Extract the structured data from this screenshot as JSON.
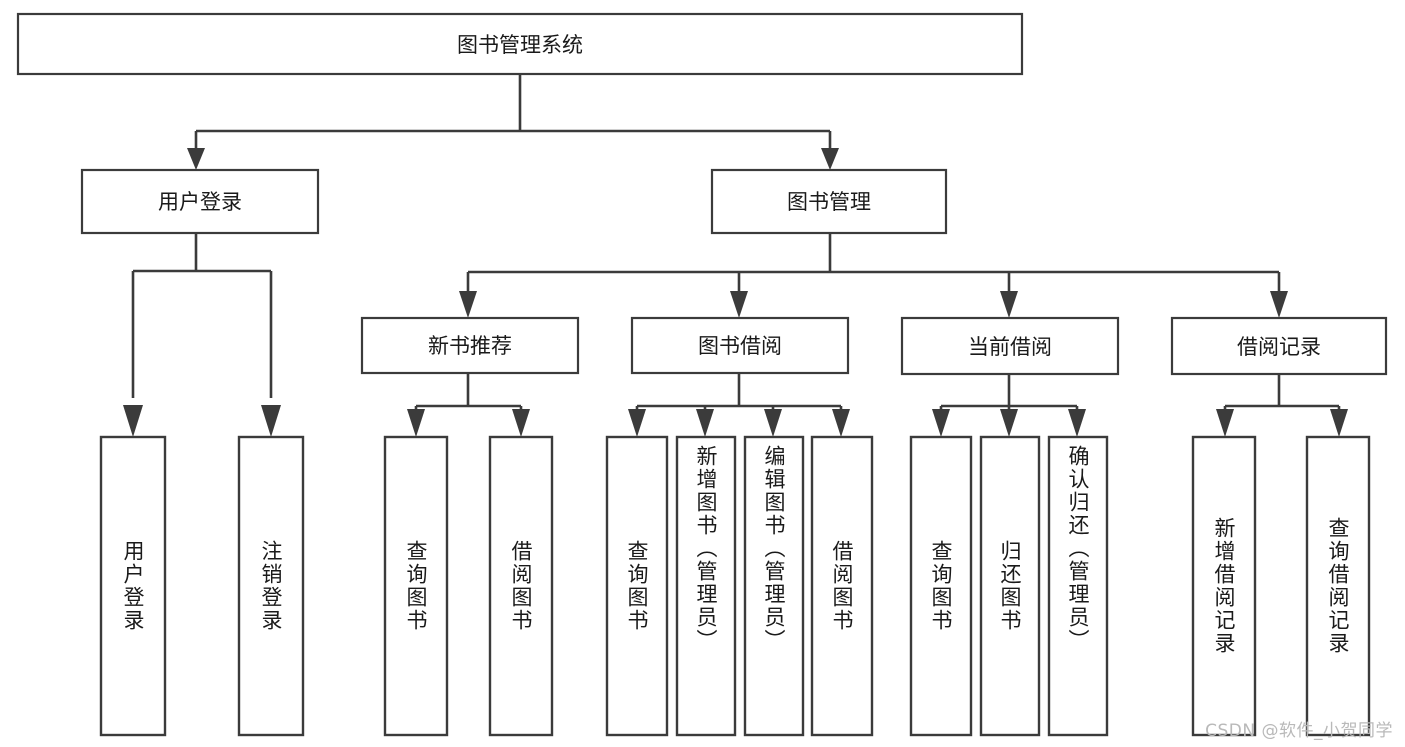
{
  "diagram": {
    "title": "图书管理系统",
    "watermark": "CSDN @软件_小贺同学",
    "colors": {
      "stroke": "#3b3b3b",
      "fill": "#ffffff",
      "text": "#1a1a1a",
      "watermark": "#b9b9b9",
      "background": "#ffffff"
    },
    "root": {
      "label": "图书管理系统"
    },
    "level2": [
      {
        "label": "用户登录"
      },
      {
        "label": "图书管理"
      }
    ],
    "level3": [
      {
        "label": "新书推荐"
      },
      {
        "label": "图书借阅"
      },
      {
        "label": "当前借阅"
      },
      {
        "label": "借阅记录"
      }
    ],
    "leaves": {
      "user_login": [
        {
          "label": "用户登录"
        },
        {
          "label": "注销登录"
        }
      ],
      "new_book": [
        {
          "label": "查询图书"
        },
        {
          "label": "借阅图书"
        }
      ],
      "book_borrow": [
        {
          "label": "查询图书"
        },
        {
          "label": "新增图书（管理员）"
        },
        {
          "label": "编辑图书（管理员）"
        },
        {
          "label": "借阅图书"
        }
      ],
      "current_borrow": [
        {
          "label": "查询图书"
        },
        {
          "label": "归还图书"
        },
        {
          "label": "确认归还（管理员）"
        }
      ],
      "borrow_record": [
        {
          "label": "新增借阅记录"
        },
        {
          "label": "查询借阅记录"
        }
      ]
    }
  }
}
